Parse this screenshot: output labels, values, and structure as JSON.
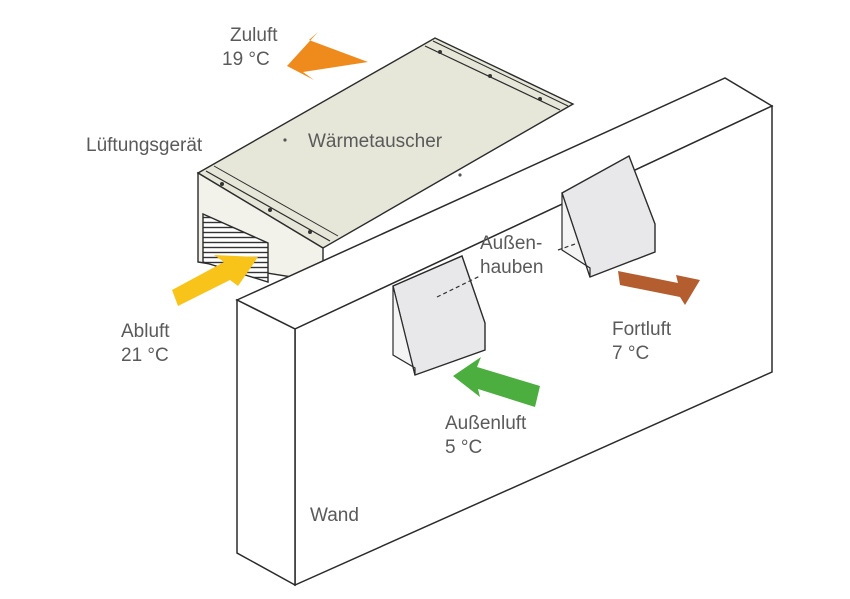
{
  "labels": {
    "zuluft": {
      "name": "Zuluft",
      "temp": "19 °C"
    },
    "abluft": {
      "name": "Abluft",
      "temp": "21 °C"
    },
    "fortluft": {
      "name": "Fortluft",
      "temp": "7 °C"
    },
    "aussenluft": {
      "name": "Außenluft",
      "temp": "5 °C"
    },
    "lueftungsgeraet": "Lüftungsgerät",
    "waermetauscher": "Wärmetauscher",
    "aussenhauben": {
      "line1": "Außen-",
      "line2": "hauben"
    },
    "wand": "Wand"
  },
  "colors": {
    "zuluft_arrow": "#ef8a1c",
    "abluft_arrow": "#f8c41a",
    "fortluft_arrow": "#b45d2f",
    "aussenluft_arrow": "#4cae3e",
    "unit_top": "#e6e7d8",
    "unit_side": "#f2f2ea",
    "hood": "#e8e8ea",
    "wall": "#ffffff",
    "line": "#2b2b2b",
    "text": "#5a5a5a"
  }
}
